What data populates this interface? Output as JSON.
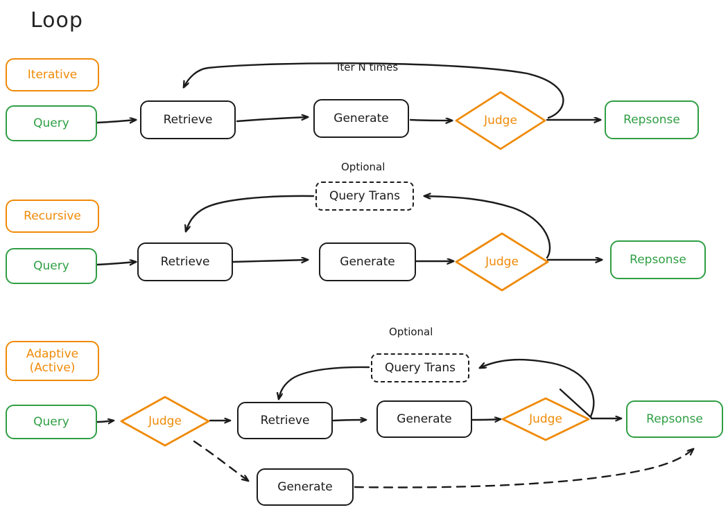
{
  "title": "Loop",
  "colors": {
    "orange": "#ef8a07",
    "green": "#2f9e44",
    "ink": "#1b1b1b",
    "background": "#ffffff"
  },
  "rows": [
    {
      "tag": "Iterative",
      "query": "Query",
      "retrieve": "Retrieve",
      "generate": "Generate",
      "judge": "Judge",
      "response": "Repsonse",
      "loop_label": "Iter N times"
    },
    {
      "tag": "Recursive",
      "query": "Query",
      "retrieve": "Retrieve",
      "generate": "Generate",
      "judge": "Judge",
      "response": "Repsonse",
      "query_trans": "Query Trans",
      "optional_label": "Optional"
    },
    {
      "tag_line1": "Adaptive",
      "tag_line2": "(Active)",
      "query": "Query",
      "judge_first": "Judge",
      "retrieve": "Retrieve",
      "generate": "Generate",
      "judge_second": "Judge",
      "response": "Repsonse",
      "query_trans": "Query Trans",
      "optional_label": "Optional",
      "generate_bypass": "Generate"
    }
  ]
}
